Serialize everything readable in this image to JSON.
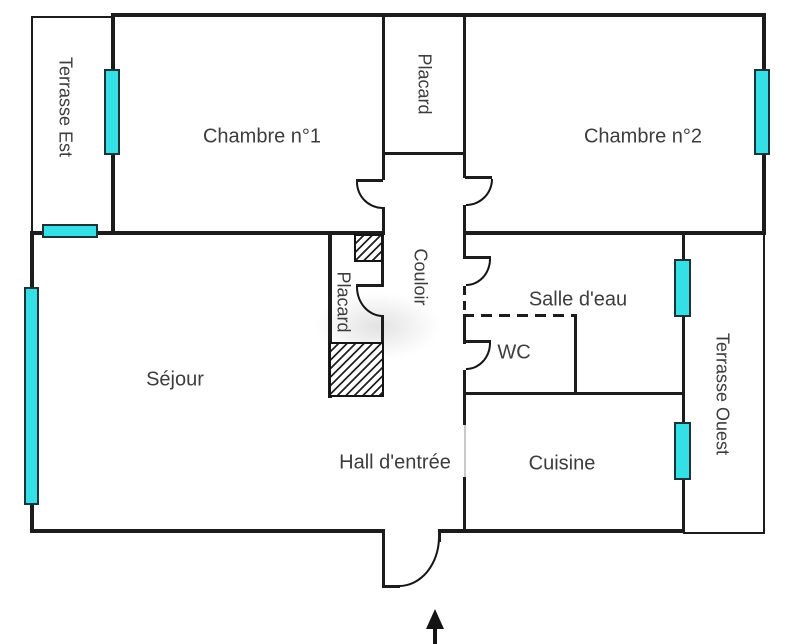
{
  "plan": {
    "type": "apartment-floor-plan",
    "rooms": [
      {
        "id": "terrasse-est",
        "label": "Terrasse Est",
        "orientation": "vertical"
      },
      {
        "id": "chambre-1",
        "label": "Chambre n°1",
        "orientation": "horizontal"
      },
      {
        "id": "placard-haut",
        "label": "Placard",
        "orientation": "vertical"
      },
      {
        "id": "chambre-2",
        "label": "Chambre n°2",
        "orientation": "horizontal"
      },
      {
        "id": "couloir",
        "label": "Couloir",
        "orientation": "vertical"
      },
      {
        "id": "placard-sejour",
        "label": "Placard",
        "orientation": "vertical"
      },
      {
        "id": "salle-deau",
        "label": "Salle d'eau",
        "orientation": "horizontal"
      },
      {
        "id": "wc",
        "label": "WC",
        "orientation": "horizontal"
      },
      {
        "id": "sejour",
        "label": "Séjour",
        "orientation": "horizontal"
      },
      {
        "id": "terrasse-ouest",
        "label": "Terrasse Ouest",
        "orientation": "vertical"
      },
      {
        "id": "hall",
        "label": "Hall d'entrée",
        "orientation": "horizontal"
      },
      {
        "id": "cuisine",
        "label": "Cuisine",
        "orientation": "horizontal"
      }
    ],
    "colors": {
      "wall": "#1c1c1c",
      "window_fill": "#35dfe6",
      "window_border": "#16343a",
      "label_text": "#3d3d3d",
      "background": "#ffffff"
    },
    "windows_count": 6,
    "entrance": {
      "arrow_direction": "up"
    }
  }
}
